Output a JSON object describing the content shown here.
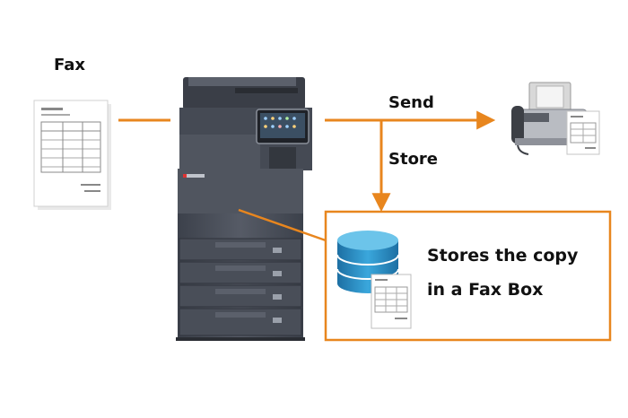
{
  "diagram": {
    "source_label": "Fax",
    "send_label": "Send",
    "store_label": "Store",
    "box_description_line1": "Stores the copy",
    "box_description_line2": "in a Fax Box"
  },
  "colors": {
    "accent": "#e8861e",
    "device_body": "#4a4f5a",
    "device_dark": "#2f333b",
    "database": "#2a8fc4",
    "database_top": "#6cc4ea"
  },
  "icons": [
    "fax-document-icon",
    "mfp-printer-icon",
    "fax-machine-icon",
    "database-icon",
    "stored-document-icon"
  ]
}
